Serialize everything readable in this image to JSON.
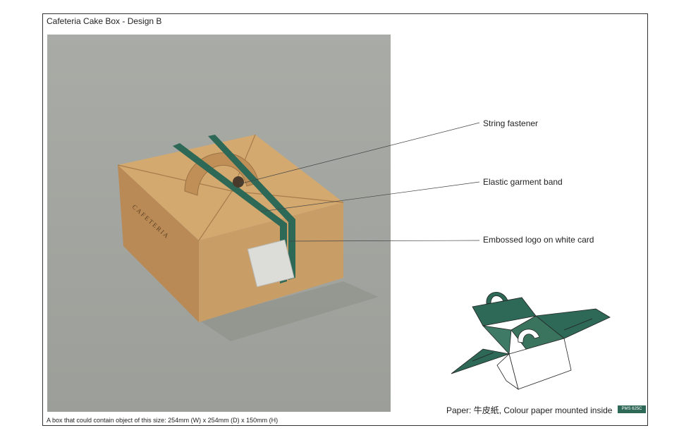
{
  "title": "Cafeteria Cake Box - Design B",
  "caption": "A box that could contain object of this size: 254mm (W) x 254mm (D) x 150mm (H)",
  "callouts": {
    "string_fastener": "String fastener",
    "elastic_band": "Elastic garment band",
    "embossed_logo": "Embossed logo on white card"
  },
  "box_brand_text": "CAFETERIA",
  "paper_note": "Paper: 牛皮紙, Colour paper mounted inside",
  "pms_badge": "PMS 625C",
  "colors": {
    "accent_green": "#2e6856",
    "kraft": "#c89a62",
    "photo_bg": "#a3a59f"
  }
}
